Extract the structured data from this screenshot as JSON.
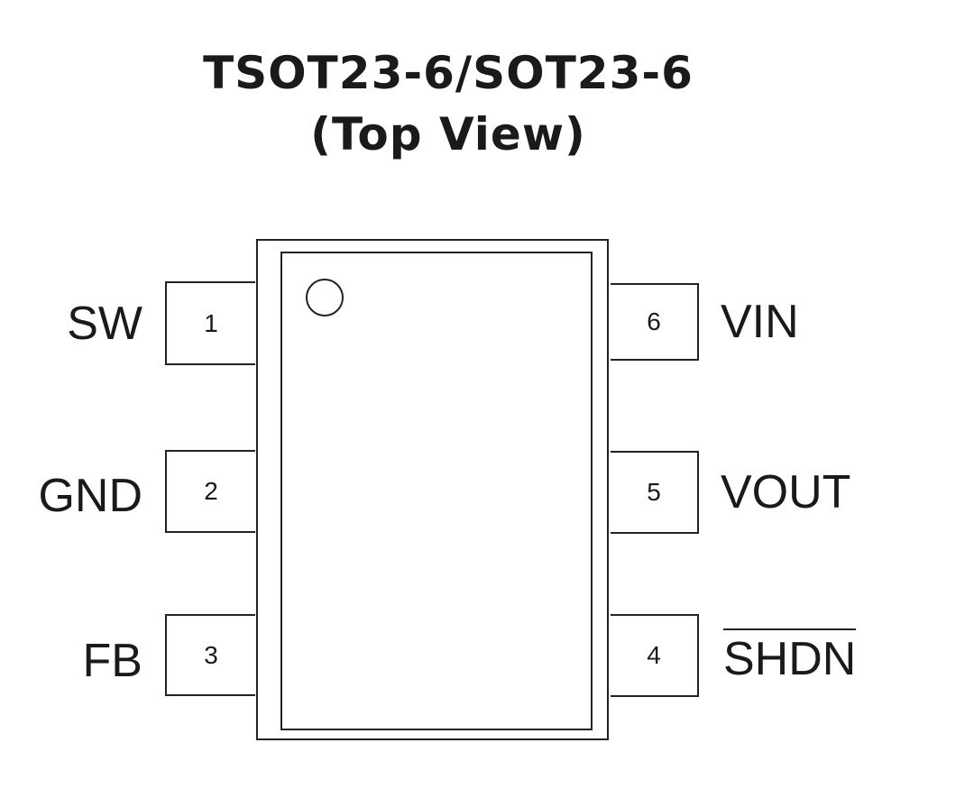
{
  "package": {
    "title_line1": "TSOT23-6/SOT23-6",
    "title_line2": "(Top View)"
  },
  "pins": {
    "left": [
      {
        "number": "1",
        "name": "SW"
      },
      {
        "number": "2",
        "name": "GND"
      },
      {
        "number": "3",
        "name": "FB"
      }
    ],
    "right": [
      {
        "number": "6",
        "name": "VIN"
      },
      {
        "number": "5",
        "name": "VOUT"
      },
      {
        "number": "4",
        "name": "SHDN",
        "active_low": true
      }
    ]
  }
}
